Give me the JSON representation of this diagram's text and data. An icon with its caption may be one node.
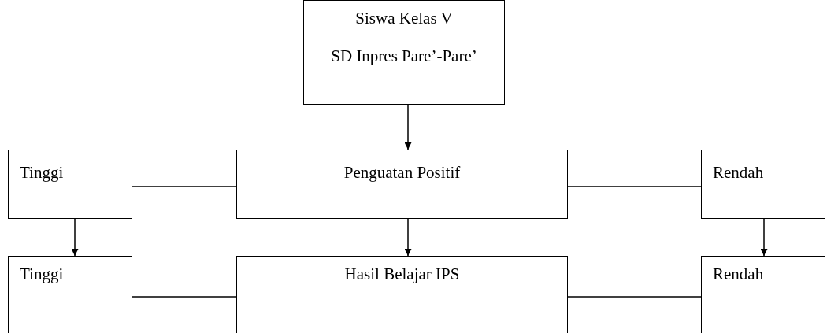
{
  "diagram": {
    "nodes": [
      {
        "text": [
          "Siswa Kelas V",
          "SD Inpres Pare’-Pare’"
        ]
      },
      {
        "text": [
          "Tinggi"
        ]
      },
      {
        "text": [
          "Penguatan Positif"
        ]
      },
      {
        "text": [
          "Rendah"
        ]
      },
      {
        "text": [
          "Tinggi"
        ]
      },
      {
        "text": [
          "Hasil Belajar IPS"
        ]
      },
      {
        "text": [
          "Rendah"
        ]
      }
    ],
    "edges": [
      {
        "from": 0,
        "to": 2,
        "arrow": "to"
      },
      {
        "from": 1,
        "to": 2,
        "arrow": "none"
      },
      {
        "from": 2,
        "to": 3,
        "arrow": "none"
      },
      {
        "from": 1,
        "to": 4,
        "arrow": "to"
      },
      {
        "from": 2,
        "to": 5,
        "arrow": "to"
      },
      {
        "from": 3,
        "to": 6,
        "arrow": "to"
      },
      {
        "from": 4,
        "to": 5,
        "arrow": "none"
      },
      {
        "from": 5,
        "to": 6,
        "arrow": "none"
      }
    ]
  }
}
